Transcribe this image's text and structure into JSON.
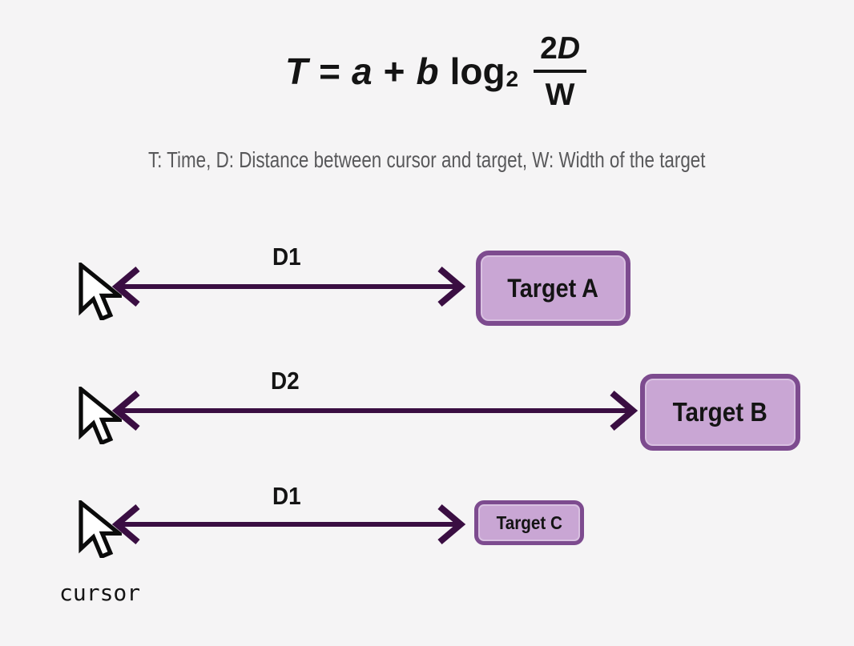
{
  "formula": {
    "lhs": "T",
    "equals": "=",
    "intercept": "a",
    "plus": "+",
    "slope": "b",
    "log": "log",
    "log_base": "2",
    "numerator_coefficient": "2",
    "numerator_variable": "D",
    "denominator": "W"
  },
  "legend": "T: Time, D: Distance between cursor and target, W: Width of the target",
  "rows": [
    {
      "distance_label": "D1",
      "target_label": "Target A"
    },
    {
      "distance_label": "D2",
      "target_label": "Target B"
    },
    {
      "distance_label": "D1",
      "target_label": "Target C"
    }
  ],
  "cursor_label": "cursor",
  "colors": {
    "background": "#f5f4f5",
    "arrow": "#3a0e42",
    "target_fill": "#c9a6d4",
    "target_border": "#7d4b8f",
    "legend_text": "#58585a",
    "text": "#141414"
  }
}
